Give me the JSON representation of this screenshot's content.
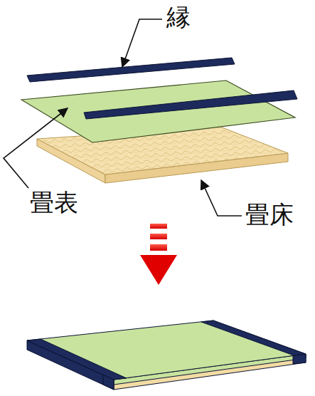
{
  "diagram": {
    "labels": [
      "縁",
      "畳表",
      "畳床"
    ]
  }
}
